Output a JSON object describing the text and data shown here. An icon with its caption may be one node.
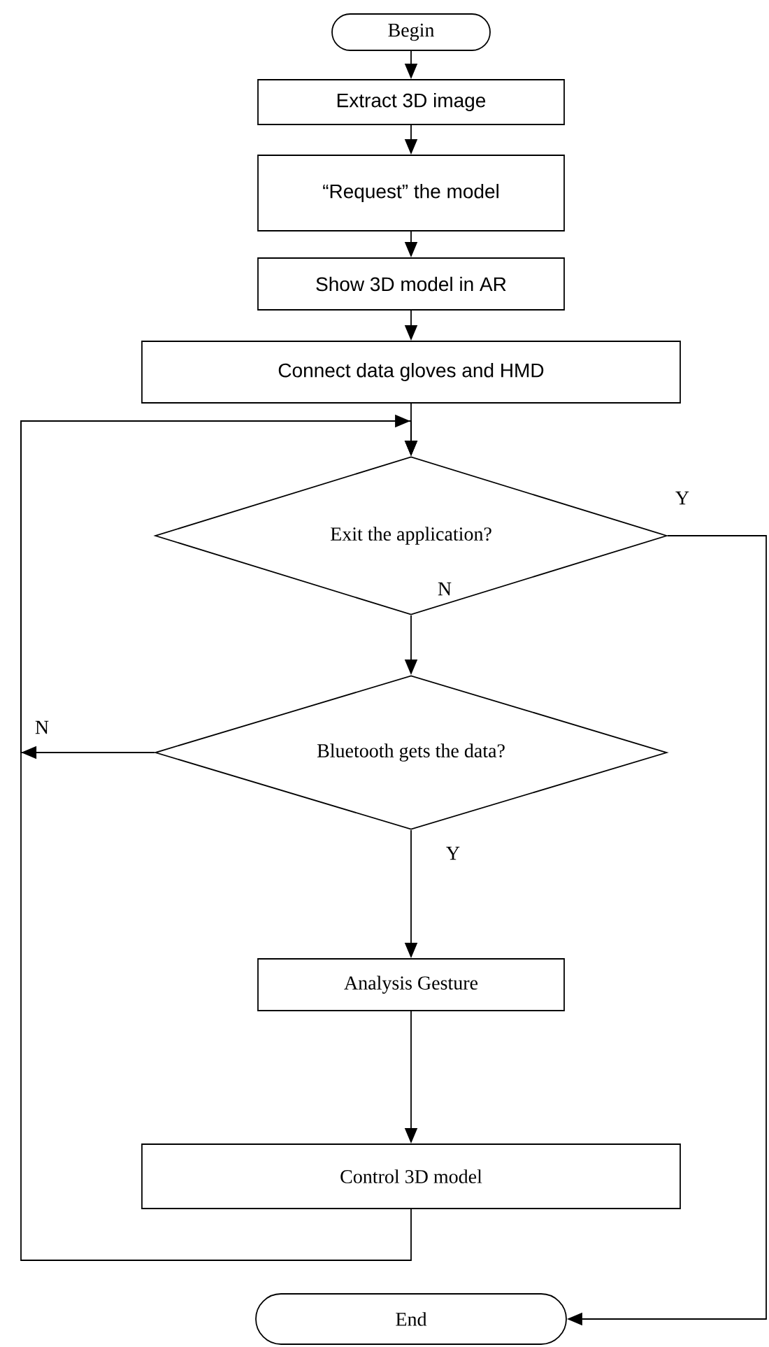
{
  "diagram": {
    "nodes": [
      {
        "text": [
          "Begin"
        ]
      },
      {
        "text": [
          "Extract 3D image"
        ]
      },
      {
        "text": [
          "“Request” the model"
        ]
      },
      {
        "text": [
          "Show 3D model in AR"
        ]
      },
      {
        "text": [
          "Connect data gloves and HMD"
        ]
      },
      {
        "text": [
          "Exit the application?"
        ]
      },
      {
        "text": [
          "Bluetooth gets the data?"
        ]
      },
      {
        "text": [
          "Analysis Gesture"
        ]
      },
      {
        "text": [
          "Control 3D model"
        ]
      },
      {
        "text": [
          "End"
        ]
      }
    ],
    "edges": [
      {
        "from": 0,
        "to": 1,
        "arrow": "to"
      },
      {
        "from": 1,
        "to": 2,
        "arrow": "to"
      },
      {
        "from": 2,
        "to": 3,
        "arrow": "to"
      },
      {
        "from": 3,
        "to": 4,
        "arrow": "to"
      },
      {
        "from": 4,
        "to": 5,
        "arrow": "to"
      },
      {
        "from": 5,
        "to": 6,
        "label": "N",
        "arrow": "to"
      },
      {
        "from": 6,
        "to": 7,
        "label": "Y",
        "arrow": "to"
      },
      {
        "from": 7,
        "to": 8,
        "arrow": "to"
      },
      {
        "from": 8,
        "to": 5,
        "arrow": "to"
      },
      {
        "from": 6,
        "to": 5,
        "label": "N",
        "arrow": "to"
      },
      {
        "from": 5,
        "to": 9,
        "label": "Y",
        "arrow": "to"
      }
    ]
  }
}
